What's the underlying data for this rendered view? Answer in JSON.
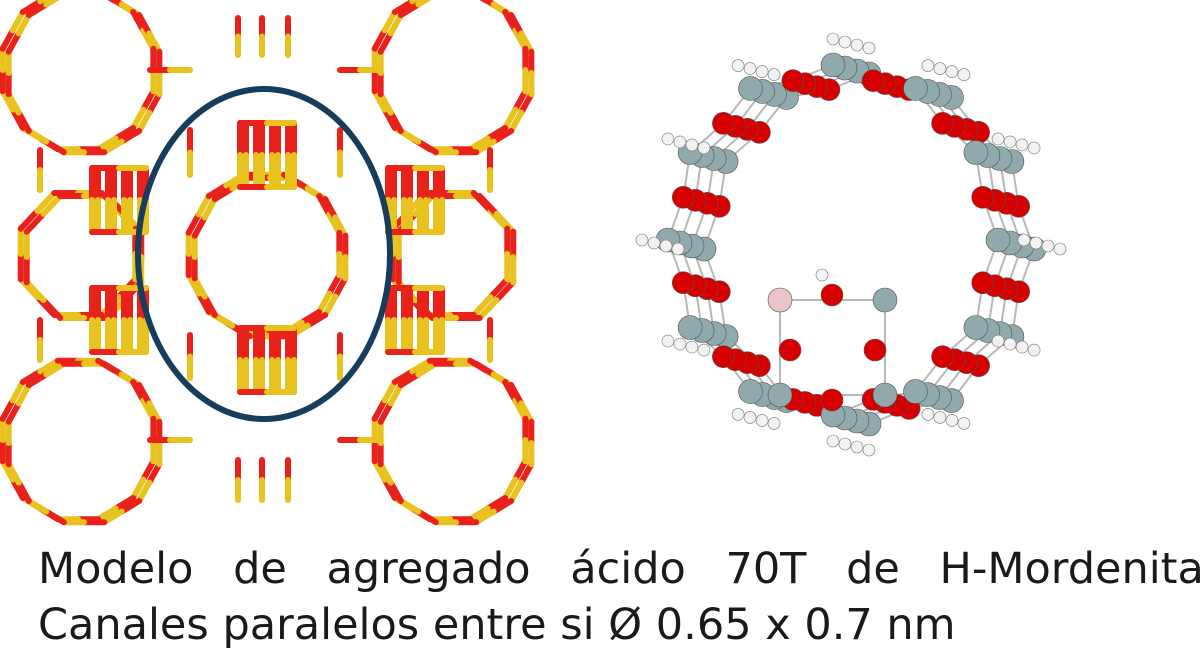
{
  "figure": {
    "colors": {
      "background": "#ffffff",
      "framework_oxygen": "#e8221b",
      "framework_silicon": "#e8c21e",
      "ellipse_outline": "#163c5e",
      "cluster_oxygen": "#d60000",
      "cluster_silicon": "#8fa9ad",
      "cluster_hydrogen": "#f2f2f2",
      "cluster_aluminum": "#e9c4c8",
      "cluster_bond": "#b8b8b8"
    },
    "left_panel": {
      "content": "zeolite-framework-stick-model",
      "highlight": "ellipse-12-ring-channel"
    },
    "right_panel": {
      "content": "ball-and-stick-acid-cluster"
    }
  },
  "caption": {
    "line1": "Modelo de agregado ácido 70T de H-Mordenita",
    "line2": "Canales paralelos entre si Ø 0.65 x 0.7 nm"
  }
}
